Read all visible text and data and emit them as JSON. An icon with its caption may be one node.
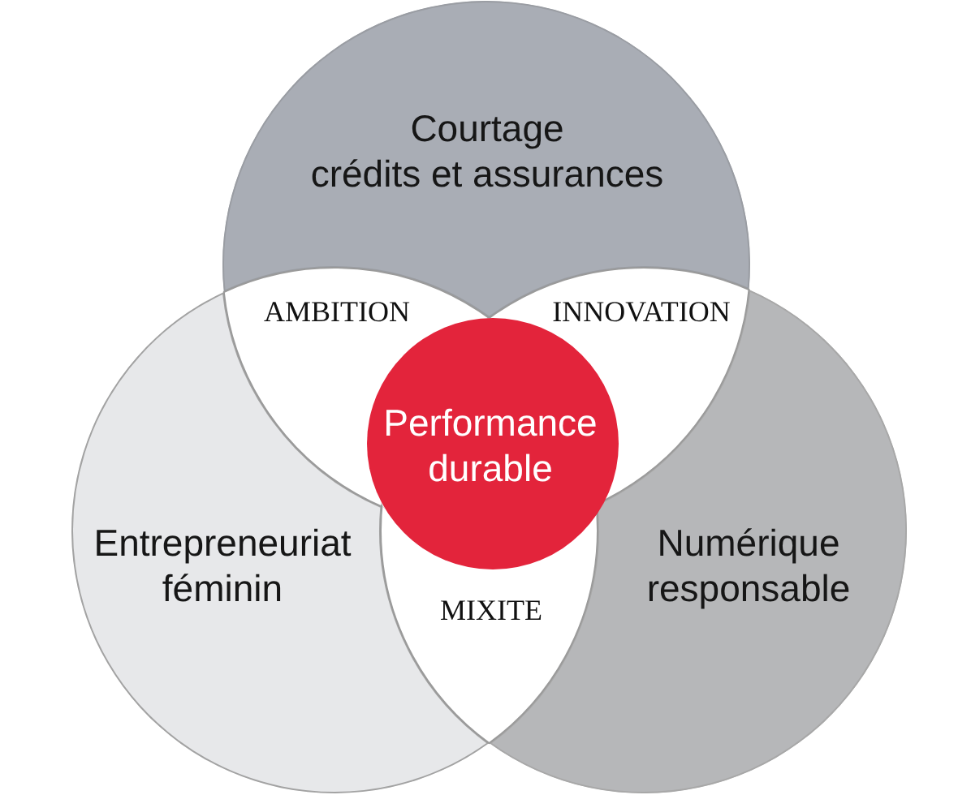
{
  "diagram": {
    "nodes": [
      {
        "text": [
          "Courtage",
          "crédits et assurances"
        ]
      },
      {
        "text": [
          "Performance durable"
        ]
      },
      {
        "text": [
          "Entrepreneuriat féminin"
        ]
      },
      {
        "text": [
          "Numérique responsable"
        ]
      }
    ],
    "labels": [
      "AMBITION",
      "INNOVATION",
      "MIXITE"
    ]
  }
}
